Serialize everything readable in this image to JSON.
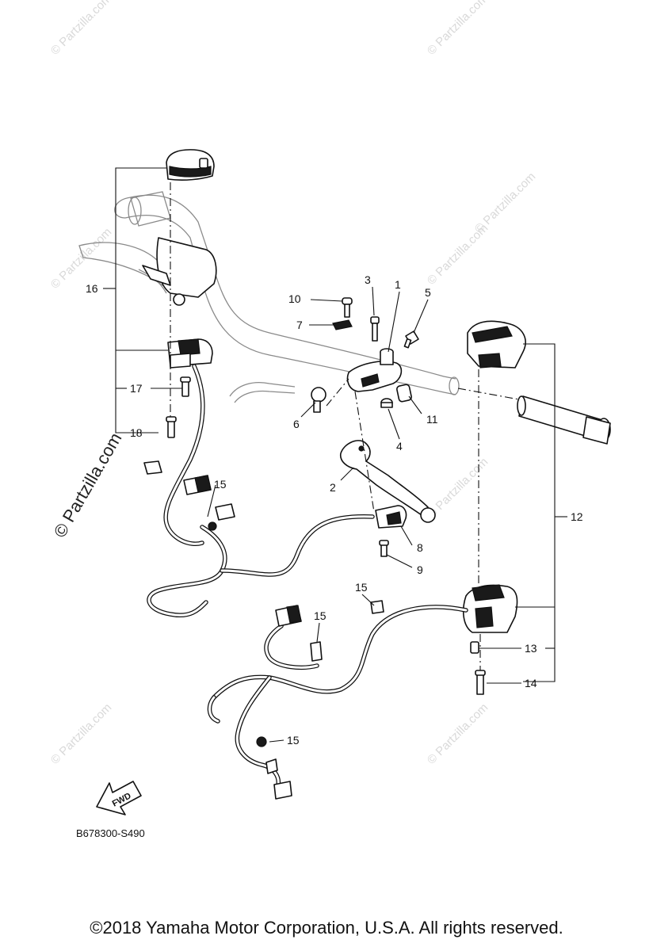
{
  "watermark": "© Partzilla.com",
  "watermark_main": "© Partzilla.com",
  "callouts": {
    "c1": "1",
    "c2": "2",
    "c3": "3",
    "c4": "4",
    "c5": "5",
    "c6": "6",
    "c7": "7",
    "c8": "8",
    "c9": "9",
    "c10": "10",
    "c11": "11",
    "c12": "12",
    "c13": "13",
    "c14": "14",
    "c15": "15",
    "c16": "16",
    "c17": "17",
    "c18": "18"
  },
  "fwd_label": "FWD",
  "diagram_code": "B678300-S490",
  "copyright": "©2018  Yamaha Motor Corporation, U.S.A. All rights reserved."
}
